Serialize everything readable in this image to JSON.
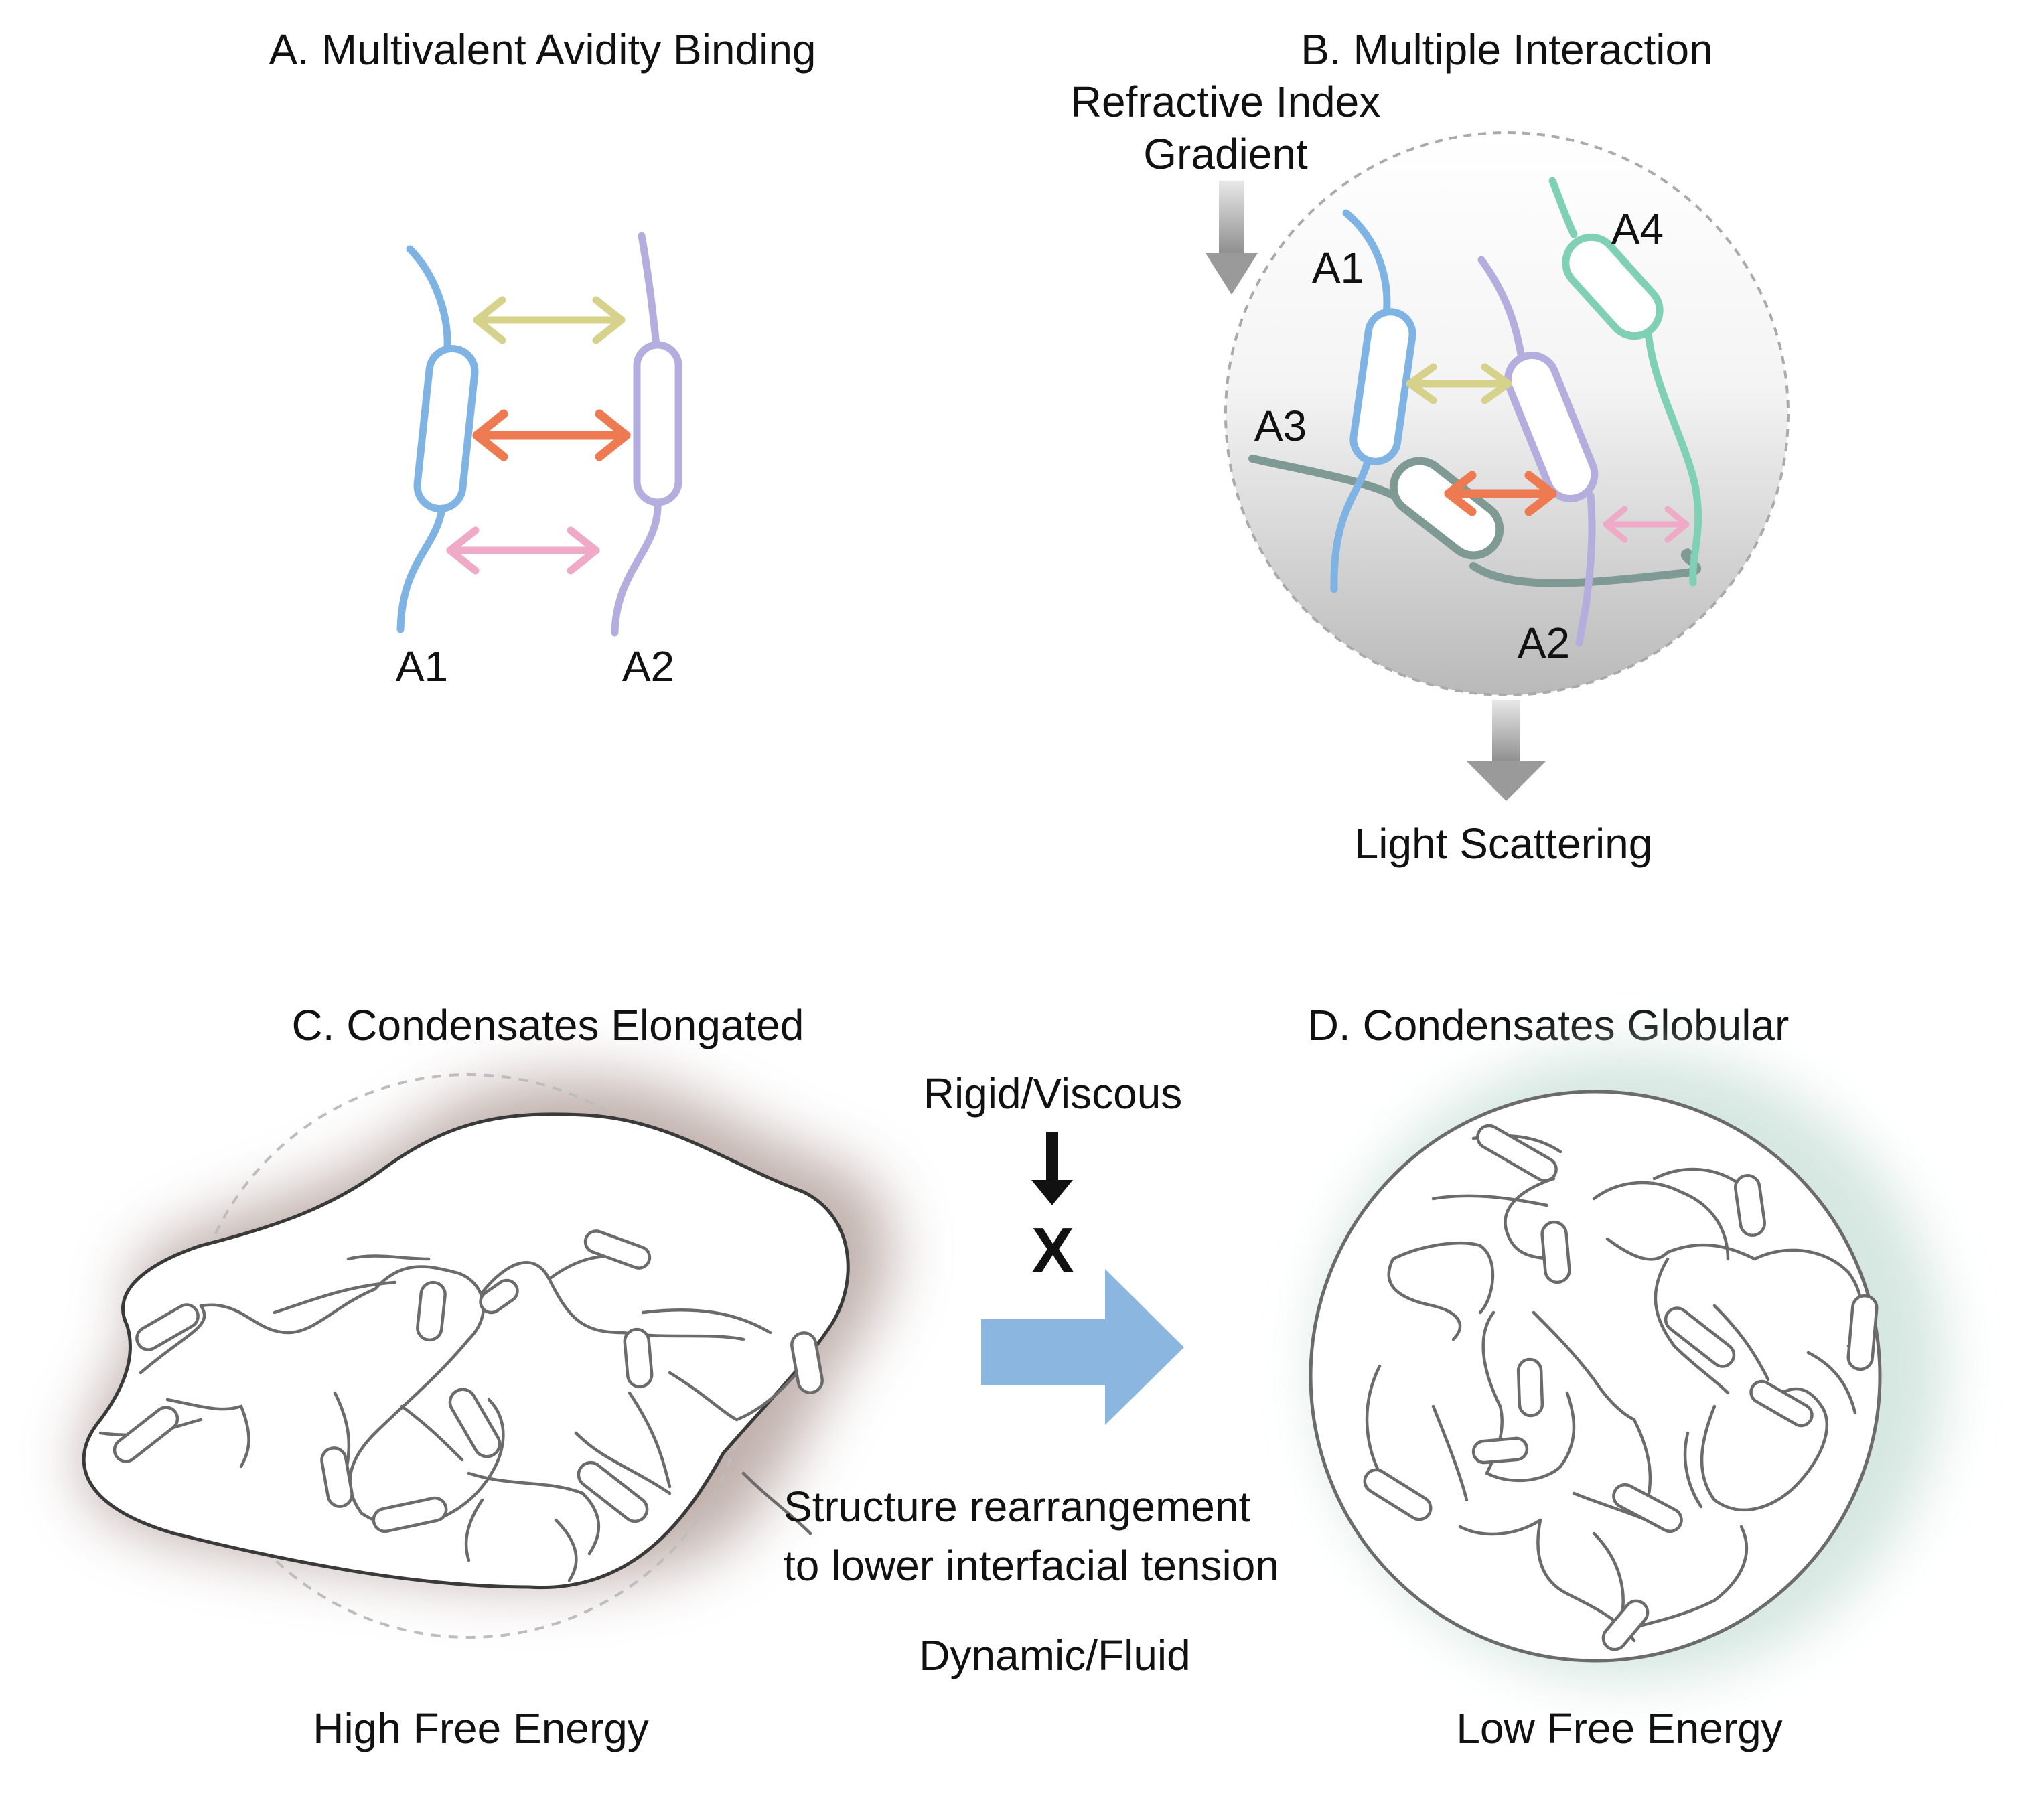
{
  "panels": {
    "a": {
      "title": "A. Multivalent Avidity Binding",
      "chain_left": "A1",
      "chain_right": "A2"
    },
    "b": {
      "title": "B. Multiple Interaction",
      "gradient_line1": "Refractive Index",
      "gradient_line2": "Gradient",
      "chain_a1": "A1",
      "chain_a2": "A2",
      "chain_a3": "A3",
      "chain_a4": "A4",
      "output": "Light Scattering"
    },
    "c": {
      "title": "C. Condensates Elongated",
      "energy": "High Free Energy"
    },
    "d": {
      "title": "D. Condensates Globular",
      "energy": "Low Free Energy"
    }
  },
  "transition": {
    "blocked_label": "Rigid/Viscous",
    "blocked_mark": "X",
    "caption_line1": "Structure rearrangement",
    "caption_line2": "to lower interfacial tension",
    "allowed_label": "Dynamic/Fluid"
  },
  "colors": {
    "chain_a1": "#7fb3e4",
    "chain_a2": "#b3aede",
    "chain_a3": "#7f9a94",
    "chain_a4": "#7fd0b5",
    "interaction_yellow": "#d6d28c",
    "interaction_orange": "#ee7a52",
    "interaction_pink": "#eeaac6",
    "transition_arrow": "#8ab6e0",
    "network": "#6b6b6b"
  }
}
